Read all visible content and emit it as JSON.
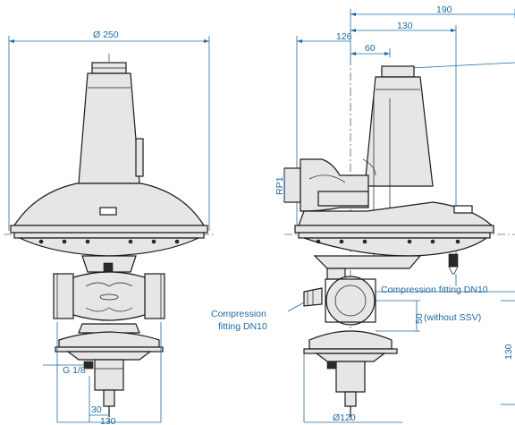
{
  "diagram": {
    "left_view": {
      "diameter_label": "Ø 250",
      "gauge_port_label": "G 1/8",
      "dim_30": "30",
      "dim_130": "130"
    },
    "right_view": {
      "dim_190": "190",
      "dim_130": "130",
      "dim_126": "126",
      "dim_60": "60",
      "rp1_label": "RP1",
      "compression_fitting_right": "Compression fitting DN10",
      "compression_fitting_left_line1": "Compression",
      "compression_fitting_left_line2": "fitting DN10",
      "dim_50": "50",
      "without_ssv": "(without SSV)",
      "dim_130_vertical": "130",
      "diameter_120": "Ø120"
    }
  }
}
